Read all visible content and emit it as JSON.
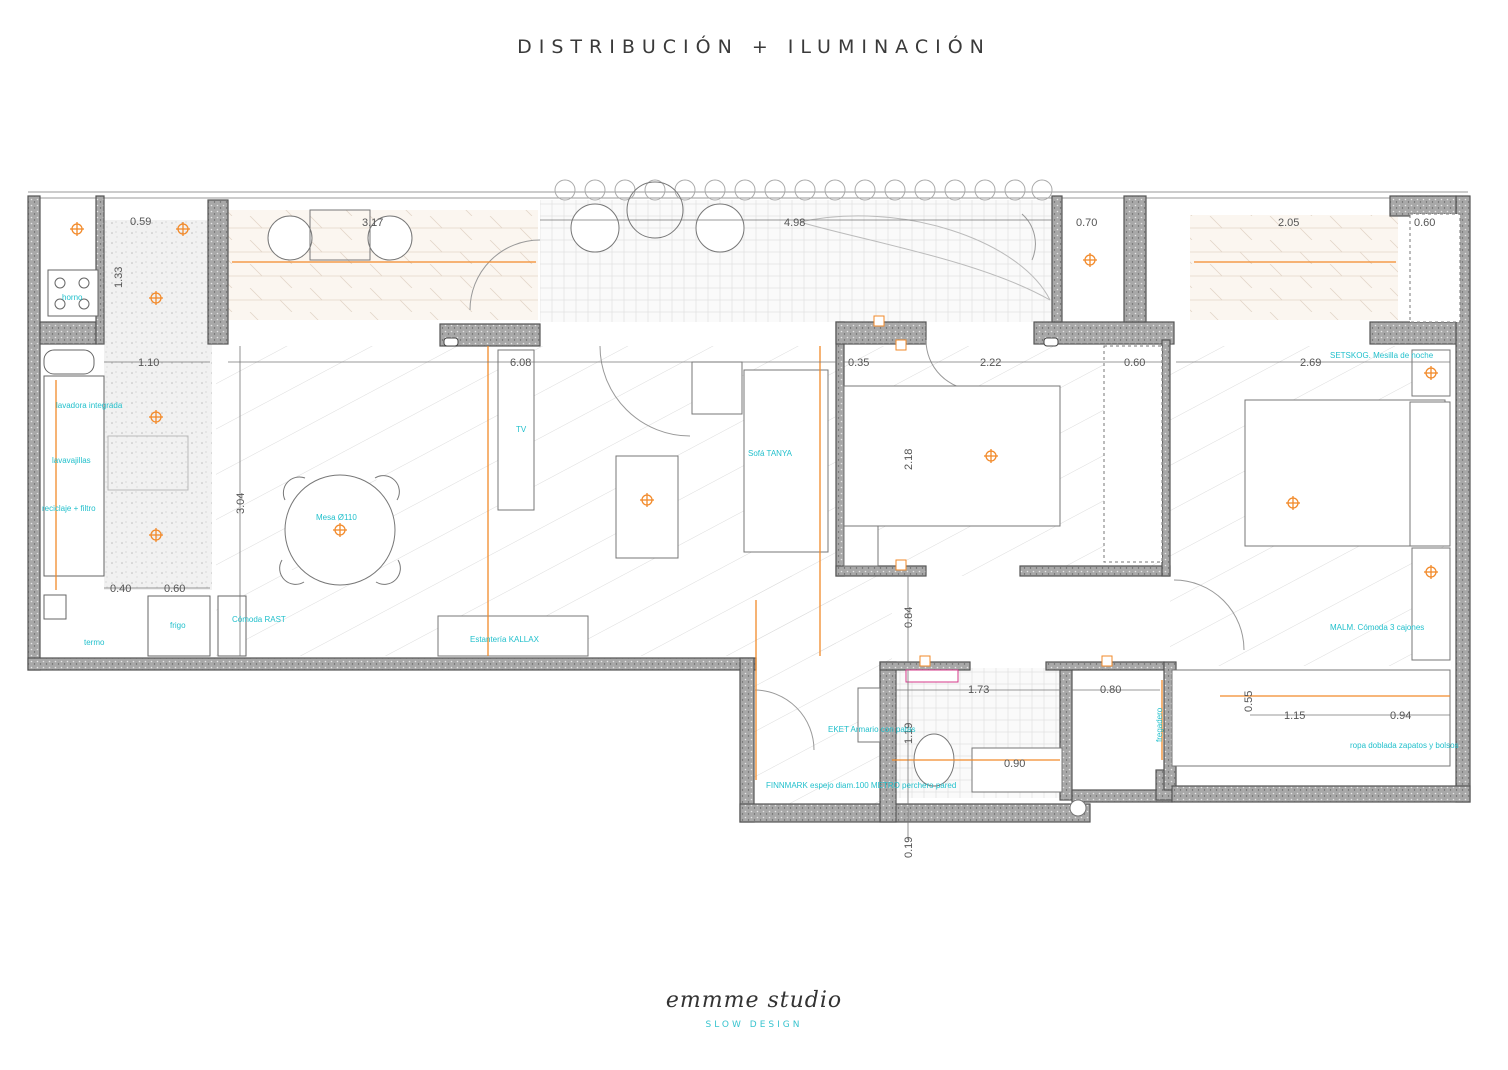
{
  "title": "DISTRIBUCIÓN + ILUMINACIÓN",
  "brand": {
    "name": "emmme studio",
    "tagline": "SLOW DESIGN"
  },
  "colors": {
    "wall": "#9a9a9a",
    "wall_outline": "#555555",
    "light": "#f28a2a",
    "label": "#22c0cc",
    "dimension": "#555555",
    "tile": "#dcdcdc"
  },
  "dimensions": [
    "0.59",
    "3.17",
    "4.98",
    "0.70",
    "2.05",
    "0.60",
    "1.33",
    "1.10",
    "6.08",
    "0.35",
    "2.22",
    "0.60",
    "2.69",
    "2.18",
    "3.04",
    "0.40",
    "0.60",
    "0.84",
    "1.73",
    "0.80",
    "0.55",
    "1.15",
    "0.94",
    "1.19",
    "0.90",
    "0.19"
  ],
  "furniture_labels": [
    "horno",
    "lavadora integrada",
    "lavavajillas",
    "reciclaje + filtro",
    "termo",
    "frigo",
    "Cómoda RAST",
    "Mesa Ø110",
    "TV",
    "Sofá TANYA",
    "Estantería KALLAX",
    "SETSKOG. Mesilla de noche",
    "MALM. Cómoda 3 cajones",
    "EKET Armario con patas",
    "FINNMARK espejo diam.100 METRO perchero pared",
    "fregadero",
    "ropa doblada zapatos y bolsos"
  ],
  "icons": [
    "ceiling-light-icon",
    "wall-sconce-icon",
    "socket-icon"
  ]
}
